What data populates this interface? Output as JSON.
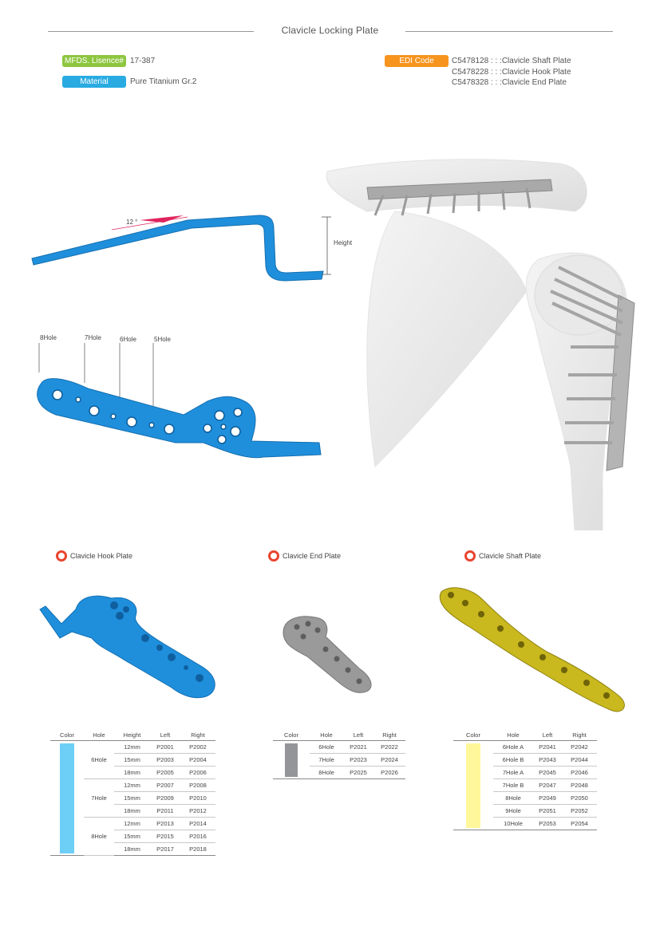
{
  "header": {
    "title": "Clavicle Locking Plate"
  },
  "info": {
    "mfds_label": "MFDS. Lisence#",
    "mfds_value": "17-387",
    "material_label": "Material",
    "material_value": "Pure Titanium Gr.2",
    "edi_label": "EDI Code",
    "edi_lines": [
      "C5478128 : : :Clavicle Shaft Plate",
      "C5478228 : : :Clavicle Hook Plate",
      "C5478328 : : :Clavicle End Plate"
    ]
  },
  "diagram": {
    "angle_label": "12 °",
    "height_label": "Height",
    "hole_labels": [
      "8Hole",
      "7Hole",
      "6Hole",
      "5Hole"
    ]
  },
  "products": {
    "hook": {
      "label": "Clavicle Hook Plate",
      "swatch": "#6dcff6",
      "headers": [
        "Color",
        "Hole",
        "Height",
        "Left",
        "Right"
      ],
      "groups": [
        {
          "hole": "6Hole",
          "rows": [
            [
              "12mm",
              "P2001",
              "P2002"
            ],
            [
              "15mm",
              "P2003",
              "P2004"
            ],
            [
              "18mm",
              "P2005",
              "P2006"
            ]
          ]
        },
        {
          "hole": "7Hole",
          "rows": [
            [
              "12mm",
              "P2007",
              "P2008"
            ],
            [
              "15mm",
              "P2009",
              "P2010"
            ],
            [
              "18mm",
              "P2011",
              "P2012"
            ]
          ]
        },
        {
          "hole": "8Hole",
          "rows": [
            [
              "12mm",
              "P2013",
              "P2014"
            ],
            [
              "15mm",
              "P2015",
              "P2016"
            ],
            [
              "18mm",
              "P2017",
              "P2018"
            ]
          ]
        }
      ]
    },
    "end": {
      "label": "Clavicle End Plate",
      "swatch": "#939598",
      "headers": [
        "Color",
        "Hole",
        "Left",
        "Right"
      ],
      "rows": [
        [
          "6Hole",
          "P2021",
          "P2022"
        ],
        [
          "7Hole",
          "P2023",
          "P2024"
        ],
        [
          "8Hole",
          "P2025",
          "P2026"
        ]
      ]
    },
    "shaft": {
      "label": "Clavicle Shaft Plate",
      "swatch": "#fff799",
      "headers": [
        "Color",
        "Hole",
        "Left",
        "Right"
      ],
      "rows": [
        [
          "6Hole A",
          "P2041",
          "P2042"
        ],
        [
          "6Hole B",
          "P2043",
          "P2044"
        ],
        [
          "7Hole A",
          "P2045",
          "P2046"
        ],
        [
          "7Hole B",
          "P2047",
          "P2048"
        ],
        [
          "8Hole",
          "P2049",
          "P2050"
        ],
        [
          "9Hole",
          "P2051",
          "P2052"
        ],
        [
          "10Hole",
          "P2053",
          "P2054"
        ]
      ]
    }
  },
  "colors": {
    "mfds_badge": "#8dc63f",
    "material_badge": "#29abe2",
    "edi_badge": "#f7941d",
    "plate_blue": "#1f8fdc",
    "angle_marker": "#e0245e"
  }
}
